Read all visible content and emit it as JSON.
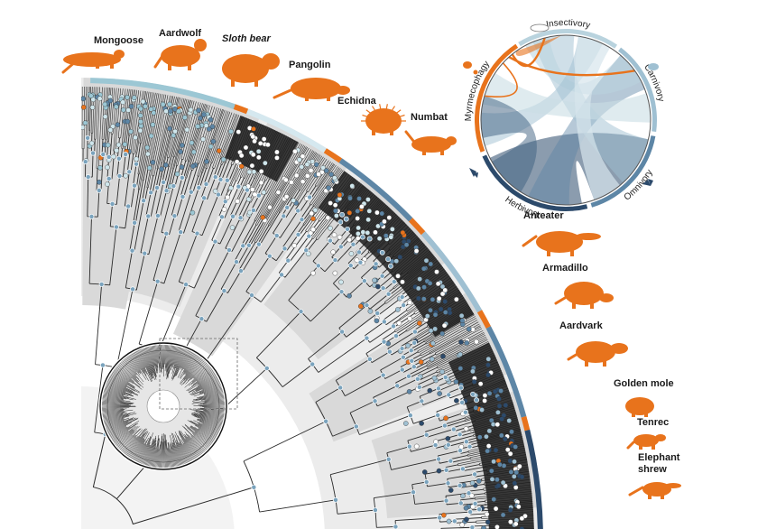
{
  "animals": [
    {
      "id": "mongoose",
      "label": "Mongoose",
      "italic": false
    },
    {
      "id": "aardwolf",
      "label": "Aardwolf",
      "italic": false
    },
    {
      "id": "sloth-bear",
      "label": "Sloth bear",
      "italic": true
    },
    {
      "id": "pangolin",
      "label": "Pangolin",
      "italic": false
    },
    {
      "id": "echidna",
      "label": "Echidna",
      "italic": false
    },
    {
      "id": "numbat",
      "label": "Numbat",
      "italic": false
    },
    {
      "id": "anteater",
      "label": "Anteater",
      "italic": false
    },
    {
      "id": "armadillo",
      "label": "Armadillo",
      "italic": false
    },
    {
      "id": "aardvark",
      "label": "Aardvark",
      "italic": false
    },
    {
      "id": "golden-mole",
      "label": "Golden mole",
      "italic": false
    },
    {
      "id": "tenrec",
      "label": "Tenrec",
      "italic": false
    },
    {
      "id": "elephant-shrew",
      "label": "Elephant shrew",
      "label_line1": "Elephant",
      "label_line2": "shrew",
      "italic": false
    }
  ],
  "chord": {
    "categories": [
      {
        "id": "insectivory",
        "label": "Insectivory",
        "color": "#b9d3de"
      },
      {
        "id": "carnivory",
        "label": "Carnivory",
        "color": "#9fc0d2"
      },
      {
        "id": "omnivory",
        "label": "Omnivory",
        "color": "#5d86a6"
      },
      {
        "id": "herbivory",
        "label": "Herbivory",
        "color": "#2c4a6b"
      },
      {
        "id": "myrmecophagy",
        "label": "Myrmecophagy",
        "color": "#e8731c"
      }
    ]
  },
  "colors": {
    "myrmecophagy": "#e8731c",
    "insectivory": "#d5e8ef",
    "carnivory": "#9fc0d2",
    "omnivory": "#5d86a6",
    "herbivory": "#2c4a6b",
    "branch": "#2a2a2a",
    "clade_shade": "#d9d9d9"
  }
}
